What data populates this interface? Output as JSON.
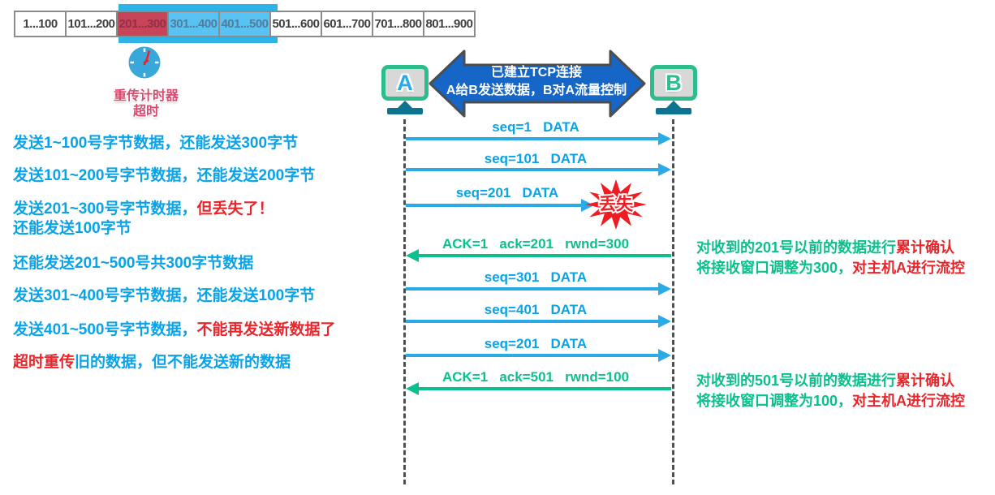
{
  "byte_table": {
    "cells": [
      {
        "label": "1...100",
        "state": "normal"
      },
      {
        "label": "101...200",
        "state": "normal"
      },
      {
        "label": "201...300",
        "state": "lost"
      },
      {
        "label": "301...400",
        "state": "window"
      },
      {
        "label": "401...500",
        "state": "window"
      },
      {
        "label": "501...600",
        "state": "normal"
      },
      {
        "label": "601...700",
        "state": "normal"
      },
      {
        "label": "701...800",
        "state": "normal"
      },
      {
        "label": "801...900",
        "state": "normal"
      }
    ]
  },
  "timer": {
    "line1": "重传计时器",
    "line2": "超时"
  },
  "hosts": {
    "a": "A",
    "b": "B"
  },
  "banner": {
    "line1": "已建立TCP连接",
    "line2": "A给B发送数据，B对A流量控制"
  },
  "messages": [
    {
      "label": "seq=1   DATA",
      "kind": "data",
      "direction": "right"
    },
    {
      "label": "seq=101   DATA",
      "kind": "data",
      "direction": "right"
    },
    {
      "label": "seq=201   DATA",
      "kind": "data",
      "direction": "right",
      "lost": true
    },
    {
      "label": "ACK=1   ack=201   rwnd=300",
      "kind": "ack",
      "direction": "left"
    },
    {
      "label": "seq=301   DATA",
      "kind": "data",
      "direction": "right"
    },
    {
      "label": "seq=401   DATA",
      "kind": "data",
      "direction": "right"
    },
    {
      "label": "seq=201   DATA",
      "kind": "data",
      "direction": "right"
    },
    {
      "label": "ACK=1   ack=501   rwnd=100",
      "kind": "ack",
      "direction": "left"
    }
  ],
  "lost_burst": {
    "label": "丢失"
  },
  "left_notes": [
    {
      "segments": [
        {
          "text": "发送1~100号字节数据，还能发送300字节",
          "color": "blue"
        }
      ]
    },
    {
      "segments": [
        {
          "text": "发送101~200号字节数据，还能发送200字节",
          "color": "blue"
        }
      ]
    },
    {
      "segments": [
        {
          "text": "发送201~300号字节数据，",
          "color": "blue"
        },
        {
          "text": "但丢失了！",
          "color": "red"
        }
      ]
    },
    {
      "segments": [
        {
          "text": "还能发送100字节",
          "color": "blue"
        }
      ]
    },
    {
      "segments": [
        {
          "text": "还能发送201~500号共300字节数据",
          "color": "blue"
        }
      ]
    },
    {
      "segments": [
        {
          "text": "发送301~400号字节数据，还能发送100字节",
          "color": "blue"
        }
      ]
    },
    {
      "segments": [
        {
          "text": "发送401~500号字节数据，",
          "color": "blue"
        },
        {
          "text": "不能再发送新数据了",
          "color": "red"
        }
      ]
    },
    {
      "segments": [
        {
          "text": "超时重传",
          "color": "red"
        },
        {
          "text": "旧的数据，但不能发送新的数据",
          "color": "blue"
        }
      ]
    }
  ],
  "right_notes": [
    {
      "lines": [
        {
          "segments": [
            {
              "text": "对收到的201号以前的数据进行",
              "color": "green"
            },
            {
              "text": "累计确认",
              "color": "red"
            }
          ]
        },
        {
          "segments": [
            {
              "text": "将接收窗口调整为300，",
              "color": "green"
            },
            {
              "text": "对主机A进行流控",
              "color": "red"
            }
          ]
        }
      ]
    },
    {
      "lines": [
        {
          "segments": [
            {
              "text": "对收到的501号以前的数据进行",
              "color": "green"
            },
            {
              "text": "累计确认",
              "color": "red"
            }
          ]
        },
        {
          "segments": [
            {
              "text": "将接收窗口调整为100，",
              "color": "green"
            },
            {
              "text": "对主机A进行流控",
              "color": "red"
            }
          ]
        }
      ]
    }
  ],
  "colors": {
    "blue_text": "#0aa3e8",
    "green_text": "#0cc08e",
    "red_text": "#e8262b",
    "banner_blue": "#1566c6",
    "rose_label": "#d84a6e",
    "burst_red": "#ee1c23",
    "frame_green": "#2dbd8b",
    "stand_teal": "#0c7490",
    "band_blue": "#2cb3e8",
    "lost_cell": "#c74459",
    "window_cell": "#58c3f2",
    "arrow_blue": "#2aabe8"
  }
}
